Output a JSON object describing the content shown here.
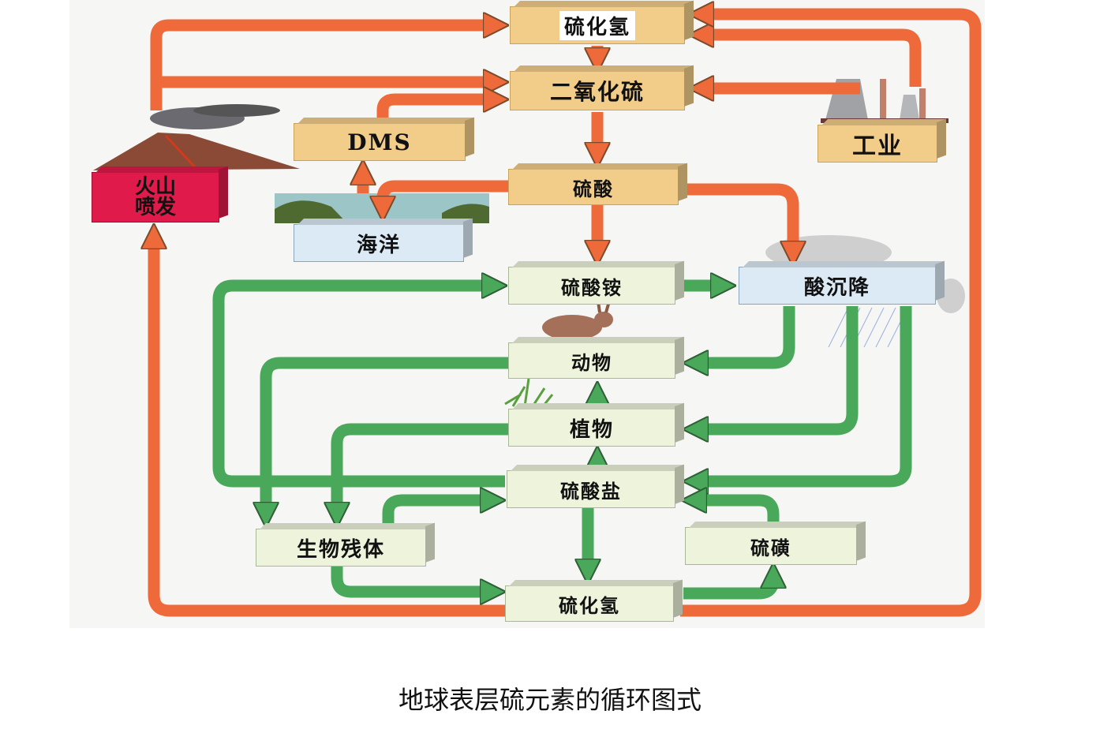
{
  "diagram": {
    "title": "地球表层硫元素的循环图式",
    "colors": {
      "abiotic_arrow": "#ef6a3a",
      "biotic_arrow": "#4aa85a",
      "tan_box": "#f2cd8a",
      "green_box": "#eef4dc",
      "blue_box": "#dbeaf5",
      "volcano_box": "#e01a4a"
    },
    "nodes": {
      "h2s_top": "硫化氢",
      "so2": "二氧化硫",
      "dms": "DMS",
      "industry": "工业",
      "volcano": "火山喷发",
      "volcano_line1": "火山",
      "volcano_line2": "喷发",
      "sulfuric_acid": "硫酸",
      "ocean": "海洋",
      "ammonium_sulfate": "硫酸铵",
      "acid_deposition": "酸沉降",
      "animals": "动物",
      "plants": "植物",
      "sulfate": "硫酸盐",
      "remains": "生物残体",
      "pyrite": "硫磺",
      "h2s_bottom": "硫化氢"
    },
    "edges": [
      {
        "from": "volcano",
        "to": "h2s_top",
        "type": "abiotic"
      },
      {
        "from": "volcano",
        "to": "so2",
        "type": "abiotic"
      },
      {
        "from": "dms",
        "to": "so2",
        "type": "abiotic"
      },
      {
        "from": "ocean",
        "to": "dms",
        "type": "abiotic"
      },
      {
        "from": "industry",
        "to": "h2s_top",
        "type": "abiotic"
      },
      {
        "from": "industry",
        "to": "so2",
        "type": "abiotic"
      },
      {
        "from": "h2s_top",
        "to": "so2",
        "type": "abiotic"
      },
      {
        "from": "so2",
        "to": "sulfuric_acid",
        "type": "abiotic"
      },
      {
        "from": "sulfuric_acid",
        "to": "ocean",
        "type": "abiotic"
      },
      {
        "from": "sulfuric_acid",
        "to": "ammonium_sulfate",
        "type": "abiotic"
      },
      {
        "from": "sulfuric_acid",
        "to": "acid_deposition",
        "type": "abiotic"
      },
      {
        "from": "h2s_bottom",
        "to": "h2s_top",
        "type": "abiotic"
      },
      {
        "from": "h2s_bottom",
        "to": "volcano",
        "type": "abiotic"
      },
      {
        "from": "ammonium_sulfate",
        "to": "acid_deposition",
        "type": "biotic"
      },
      {
        "from": "acid_deposition",
        "to": "animals",
        "type": "biotic"
      },
      {
        "from": "acid_deposition",
        "to": "plants",
        "type": "biotic"
      },
      {
        "from": "acid_deposition",
        "to": "sulfate",
        "type": "biotic"
      },
      {
        "from": "sulfate",
        "to": "ammonium_sulfate",
        "type": "biotic"
      },
      {
        "from": "sulfate",
        "to": "plants",
        "type": "biotic"
      },
      {
        "from": "plants",
        "to": "animals",
        "type": "biotic"
      },
      {
        "from": "animals",
        "to": "remains",
        "type": "biotic"
      },
      {
        "from": "plants",
        "to": "remains",
        "type": "biotic"
      },
      {
        "from": "remains",
        "to": "sulfate",
        "type": "biotic"
      },
      {
        "from": "remains",
        "to": "h2s_bottom",
        "type": "biotic"
      },
      {
        "from": "sulfate",
        "to": "h2s_bottom",
        "type": "biotic"
      },
      {
        "from": "h2s_bottom",
        "to": "pyrite",
        "type": "biotic"
      },
      {
        "from": "pyrite",
        "to": "sulfate",
        "type": "biotic"
      }
    ]
  }
}
